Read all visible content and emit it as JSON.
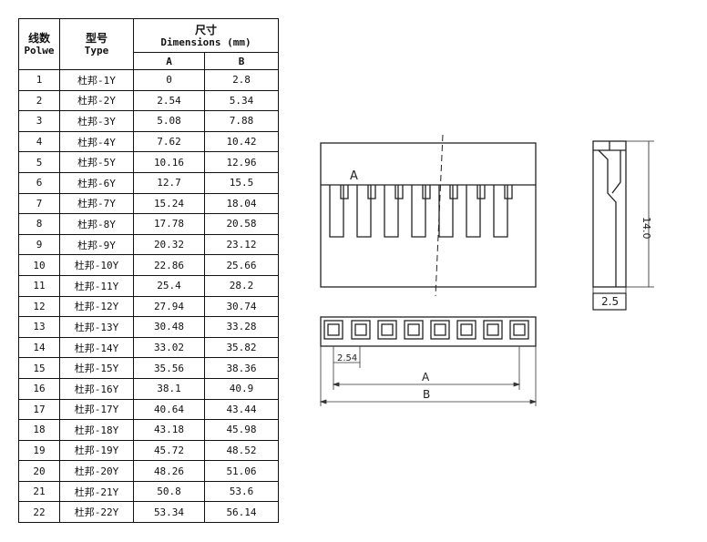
{
  "table": {
    "col1_cn": "线数",
    "col1_en": "Polwe",
    "col2_cn": "型号",
    "col2_en": "Type",
    "dim_cn": "尺寸",
    "dim_en": "Dimensions (mm)",
    "col_a": "A",
    "col_b": "B",
    "rows": [
      {
        "pins": "1",
        "type": "杜邦-1Y",
        "a": "0",
        "b": "2.8"
      },
      {
        "pins": "2",
        "type": "杜邦-2Y",
        "a": "2.54",
        "b": "5.34"
      },
      {
        "pins": "3",
        "type": "杜邦-3Y",
        "a": "5.08",
        "b": "7.88"
      },
      {
        "pins": "4",
        "type": "杜邦-4Y",
        "a": "7.62",
        "b": "10.42"
      },
      {
        "pins": "5",
        "type": "杜邦-5Y",
        "a": "10.16",
        "b": "12.96"
      },
      {
        "pins": "6",
        "type": "杜邦-6Y",
        "a": "12.7",
        "b": "15.5"
      },
      {
        "pins": "7",
        "type": "杜邦-7Y",
        "a": "15.24",
        "b": "18.04"
      },
      {
        "pins": "8",
        "type": "杜邦-8Y",
        "a": "17.78",
        "b": "20.58"
      },
      {
        "pins": "9",
        "type": "杜邦-9Y",
        "a": "20.32",
        "b": "23.12"
      },
      {
        "pins": "10",
        "type": "杜邦-10Y",
        "a": "22.86",
        "b": "25.66"
      },
      {
        "pins": "11",
        "type": "杜邦-11Y",
        "a": "25.4",
        "b": "28.2"
      },
      {
        "pins": "12",
        "type": "杜邦-12Y",
        "a": "27.94",
        "b": "30.74"
      },
      {
        "pins": "13",
        "type": "杜邦-13Y",
        "a": "30.48",
        "b": "33.28"
      },
      {
        "pins": "14",
        "type": "杜邦-14Y",
        "a": "33.02",
        "b": "35.82"
      },
      {
        "pins": "15",
        "type": "杜邦-15Y",
        "a": "35.56",
        "b": "38.36"
      },
      {
        "pins": "16",
        "type": "杜邦-16Y",
        "a": "38.1",
        "b": "40.9"
      },
      {
        "pins": "17",
        "type": "杜邦-17Y",
        "a": "40.64",
        "b": "43.44"
      },
      {
        "pins": "18",
        "type": "杜邦-18Y",
        "a": "43.18",
        "b": "45.98"
      },
      {
        "pins": "19",
        "type": "杜邦-19Y",
        "a": "45.72",
        "b": "48.52"
      },
      {
        "pins": "20",
        "type": "杜邦-20Y",
        "a": "48.26",
        "b": "51.06"
      },
      {
        "pins": "21",
        "type": "杜邦-21Y",
        "a": "50.8",
        "b": "53.6"
      },
      {
        "pins": "22",
        "type": "杜邦-22Y",
        "a": "53.34",
        "b": "56.14"
      }
    ]
  },
  "drawing": {
    "front_label": "A",
    "side_height_label": "14.0",
    "side_width_label": "2.5",
    "pitch_label": "2.54",
    "dim_a_label": "A",
    "dim_b_label": "B"
  }
}
